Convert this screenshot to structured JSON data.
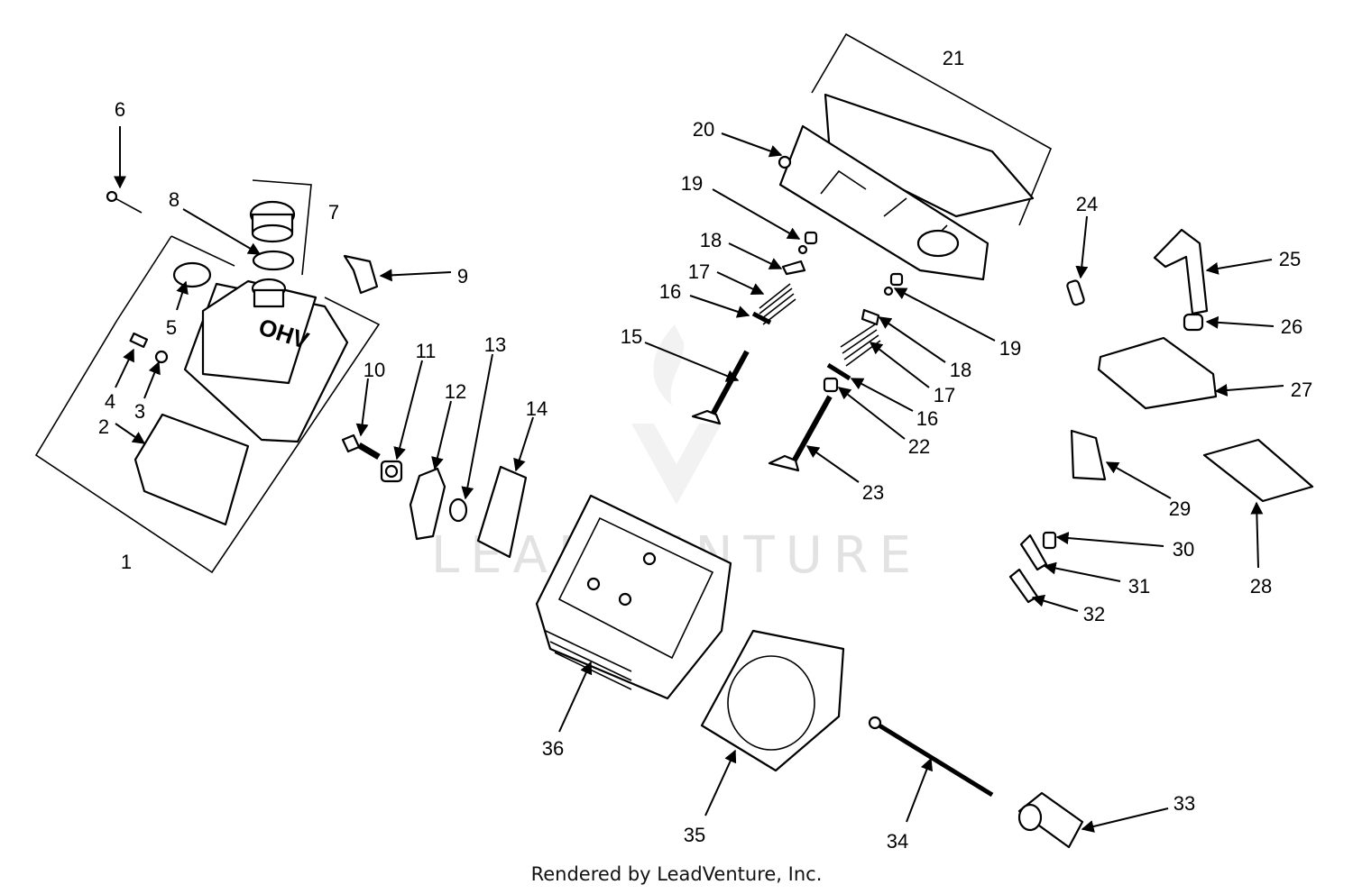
{
  "watermark": {
    "text": "LEADVENTURE"
  },
  "footer": {
    "text": "Rendered by LeadVenture, Inc."
  },
  "parts": [
    {
      "id": "1",
      "label": "1"
    },
    {
      "id": "2",
      "label": "2"
    },
    {
      "id": "3",
      "label": "3"
    },
    {
      "id": "4",
      "label": "4"
    },
    {
      "id": "5",
      "label": "5"
    },
    {
      "id": "6",
      "label": "6"
    },
    {
      "id": "7",
      "label": "7"
    },
    {
      "id": "8",
      "label": "8"
    },
    {
      "id": "9",
      "label": "9"
    },
    {
      "id": "10",
      "label": "10"
    },
    {
      "id": "11",
      "label": "11"
    },
    {
      "id": "12",
      "label": "12"
    },
    {
      "id": "13",
      "label": "13"
    },
    {
      "id": "14",
      "label": "14"
    },
    {
      "id": "15",
      "label": "15"
    },
    {
      "id": "16a",
      "label": "16"
    },
    {
      "id": "17a",
      "label": "17"
    },
    {
      "id": "18a",
      "label": "18"
    },
    {
      "id": "19a",
      "label": "19"
    },
    {
      "id": "20",
      "label": "20"
    },
    {
      "id": "21",
      "label": "21"
    },
    {
      "id": "19b",
      "label": "19"
    },
    {
      "id": "18b",
      "label": "18"
    },
    {
      "id": "17b",
      "label": "17"
    },
    {
      "id": "16b",
      "label": "16"
    },
    {
      "id": "22",
      "label": "22"
    },
    {
      "id": "23",
      "label": "23"
    },
    {
      "id": "24",
      "label": "24"
    },
    {
      "id": "25",
      "label": "25"
    },
    {
      "id": "26",
      "label": "26"
    },
    {
      "id": "27",
      "label": "27"
    },
    {
      "id": "28",
      "label": "28"
    },
    {
      "id": "29",
      "label": "29"
    },
    {
      "id": "30",
      "label": "30"
    },
    {
      "id": "31",
      "label": "31"
    },
    {
      "id": "32",
      "label": "32"
    },
    {
      "id": "33",
      "label": "33"
    },
    {
      "id": "34",
      "label": "34"
    },
    {
      "id": "35",
      "label": "35"
    },
    {
      "id": "36",
      "label": "36"
    }
  ],
  "cover_text": "OHV"
}
